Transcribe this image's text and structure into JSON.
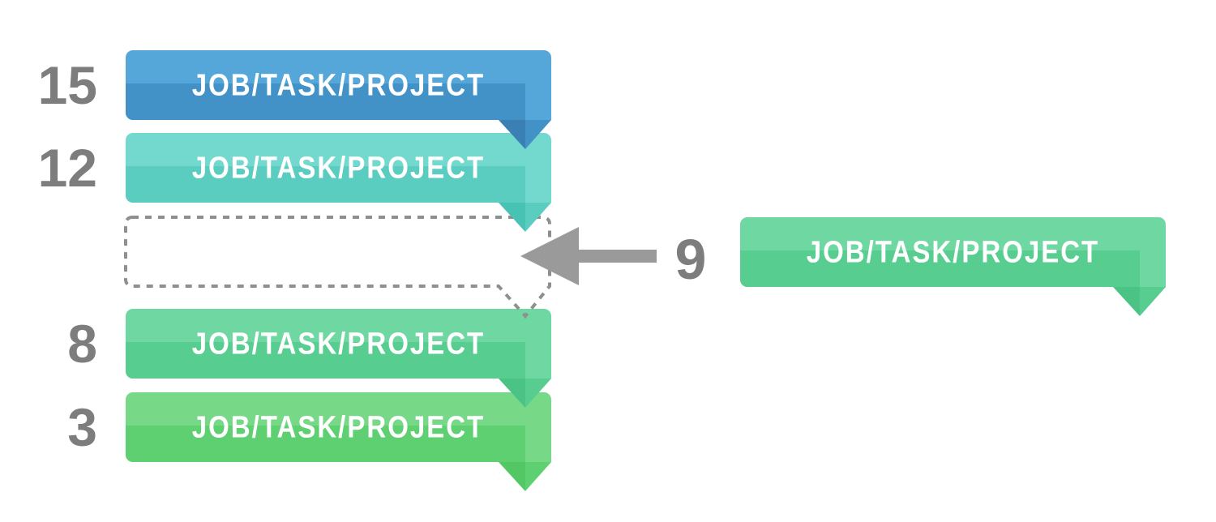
{
  "diagram": {
    "kind": "priority-list-insertion",
    "label_text_color": "#ffffff",
    "number_color": "#7d7d7d",
    "queue": {
      "items": [
        {
          "priority": "15",
          "label": "JOB/TASK/PROJECT",
          "color_light": "#54a7d8",
          "color_base": "#4292c8",
          "color_shadow": "#3a80b4"
        },
        {
          "priority": "12",
          "label": "JOB/TASK/PROJECT",
          "color_light": "#73d9ce",
          "color_base": "#5accc0",
          "color_shadow": "#47c2b3"
        },
        {
          "placeholder": true,
          "border_color": "#8f8f8f"
        },
        {
          "priority": "8",
          "label": "JOB/TASK/PROJECT",
          "color_light": "#6fd7a2",
          "color_base": "#58cd90",
          "color_shadow": "#4bc385"
        },
        {
          "priority": "3",
          "label": "JOB/TASK/PROJECT",
          "color_light": "#77d988",
          "color_base": "#5fd072",
          "color_shadow": "#52c764"
        }
      ]
    },
    "incoming": {
      "priority": "9",
      "label": "JOB/TASK/PROJECT",
      "color_light": "#6fd7a2",
      "color_base": "#58cd90",
      "color_shadow": "#4bc385",
      "arrow_color": "#9a9a9a"
    }
  }
}
